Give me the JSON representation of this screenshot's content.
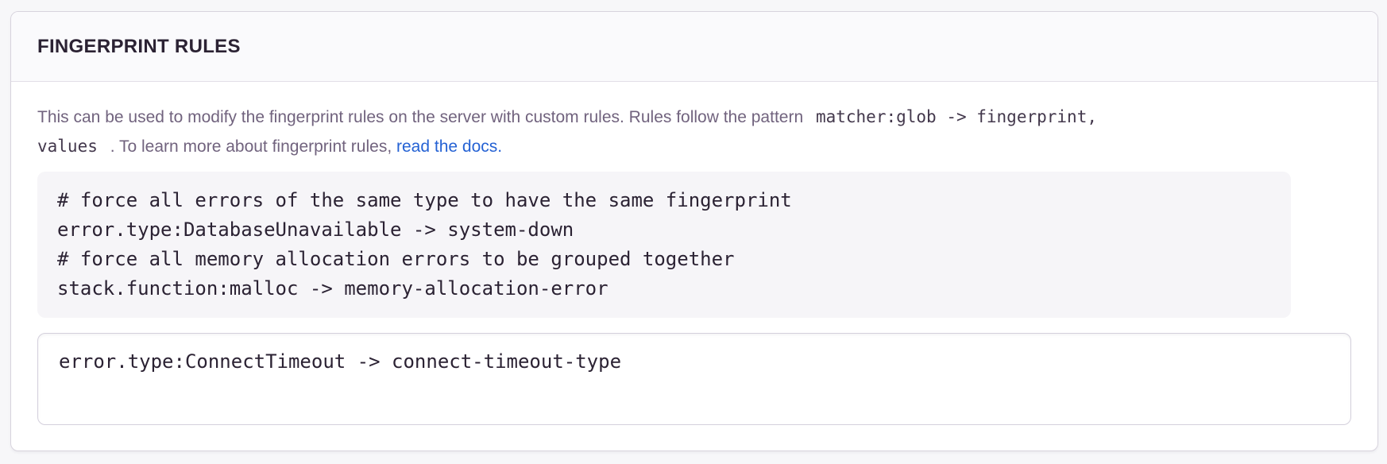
{
  "colors": {
    "page_background": "#f7f7f9",
    "panel_background": "#ffffff",
    "panel_border": "#d8d4de",
    "header_background": "#fafafc",
    "divider": "#e2dfe7",
    "title_text": "#2b2233",
    "body_text": "#71637e",
    "code_text": "#2b2233",
    "code_block_background": "#f6f5f8",
    "link": "#2562d4",
    "input_border": "#d4d0dc"
  },
  "panel": {
    "title": "FINGERPRINT RULES",
    "description": {
      "line1_text": "This can be used to modify the fingerprint rules on the server with custom rules. Rules follow the pattern ",
      "line1_code": "matcher:glob -> fingerprint,",
      "line2_code": "values",
      "line2_text": " . To learn more about fingerprint rules, ",
      "link_text": "read the docs."
    },
    "example_code": "# force all errors of the same type to have the same fingerprint\nerror.type:DatabaseUnavailable -> system-down\n# force all memory allocation errors to be grouped together\nstack.function:malloc -> memory-allocation-error",
    "input_value": "error.type:ConnectTimeout -> connect-timeout-type"
  }
}
